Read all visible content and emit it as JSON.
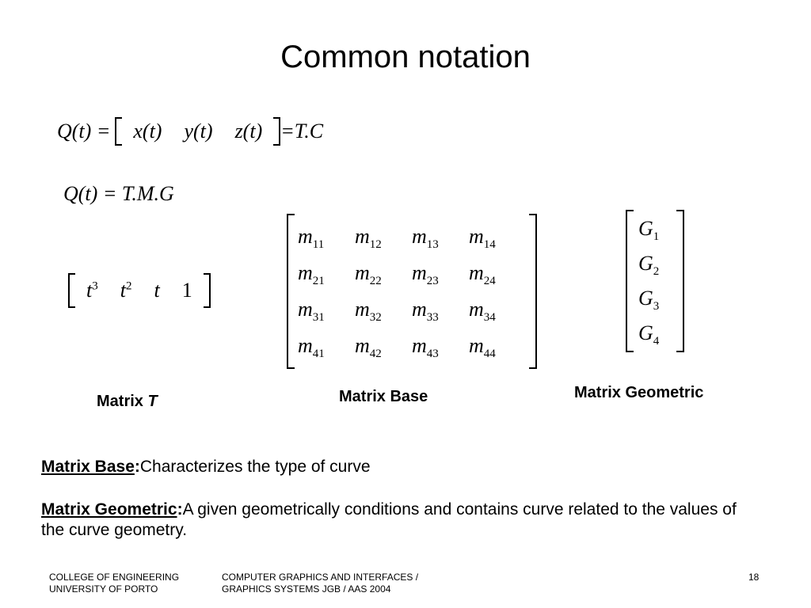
{
  "title": "Common notation",
  "equation1": {
    "lhs": "Q(t) =",
    "cells": [
      "x(t)",
      "y(t)",
      "z(t)"
    ],
    "rhs": "=T.C"
  },
  "equation2": "Q(t) = T.M.G",
  "matrix_t": {
    "t3": "t",
    "t3_exp": "3",
    "t2": "t",
    "t2_exp": "2",
    "t1": "t",
    "one": "1"
  },
  "matrix_base": [
    [
      "m",
      "11"
    ],
    [
      "m",
      "12"
    ],
    [
      "m",
      "13"
    ],
    [
      "m",
      "14"
    ],
    [
      "m",
      "21"
    ],
    [
      "m",
      "22"
    ],
    [
      "m",
      "23"
    ],
    [
      "m",
      "24"
    ],
    [
      "m",
      "31"
    ],
    [
      "m",
      "32"
    ],
    [
      "m",
      "33"
    ],
    [
      "m",
      "34"
    ],
    [
      "m",
      "41"
    ],
    [
      "m",
      "42"
    ],
    [
      "m",
      "43"
    ],
    [
      "m",
      "44"
    ]
  ],
  "matrix_geometric": [
    [
      "G",
      "1"
    ],
    [
      "G",
      "2"
    ],
    [
      "G",
      "3"
    ],
    [
      "G",
      "4"
    ]
  ],
  "labels": {
    "matrix_t_prefix": "Matrix ",
    "matrix_t_symbol": "T",
    "matrix_base": "Matrix Base",
    "matrix_geometric": "Matrix Geometric"
  },
  "descriptions": {
    "base_term": "Matrix Base",
    "base_colon": ":",
    "base_text": "Characterizes the type of curve",
    "geo_term": "Matrix Geometric",
    "geo_colon": ":",
    "geo_text": "A given geometrically conditions and contains curve related to the values of the curve geometry."
  },
  "footer": {
    "college_line1": "COLLEGE OF ENGINEERING",
    "college_line2": "UNIVERSITY OF PORTO",
    "course_line1": "COMPUTER GRAPHICS AND INTERFACES /",
    "course_line2": "GRAPHICS SYSTEMS JGB / AAS 2004",
    "page_number": "18"
  }
}
